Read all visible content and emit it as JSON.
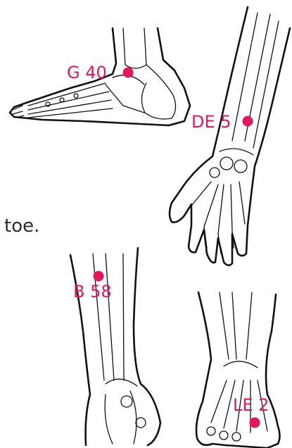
{
  "text_fragment": "toe.",
  "points": [
    {
      "label": "G 40"
    },
    {
      "label": "DE 5"
    },
    {
      "label": "B 58"
    },
    {
      "label": "LE 2"
    }
  ],
  "colors": {
    "point": "#e2185b",
    "outline": "#111111",
    "text": "#2a2a2a"
  },
  "figures": [
    "foot-lateral-view",
    "forearm-hand-dorsal-view",
    "lower-leg-posterior-view",
    "foot-dorsal-view"
  ]
}
